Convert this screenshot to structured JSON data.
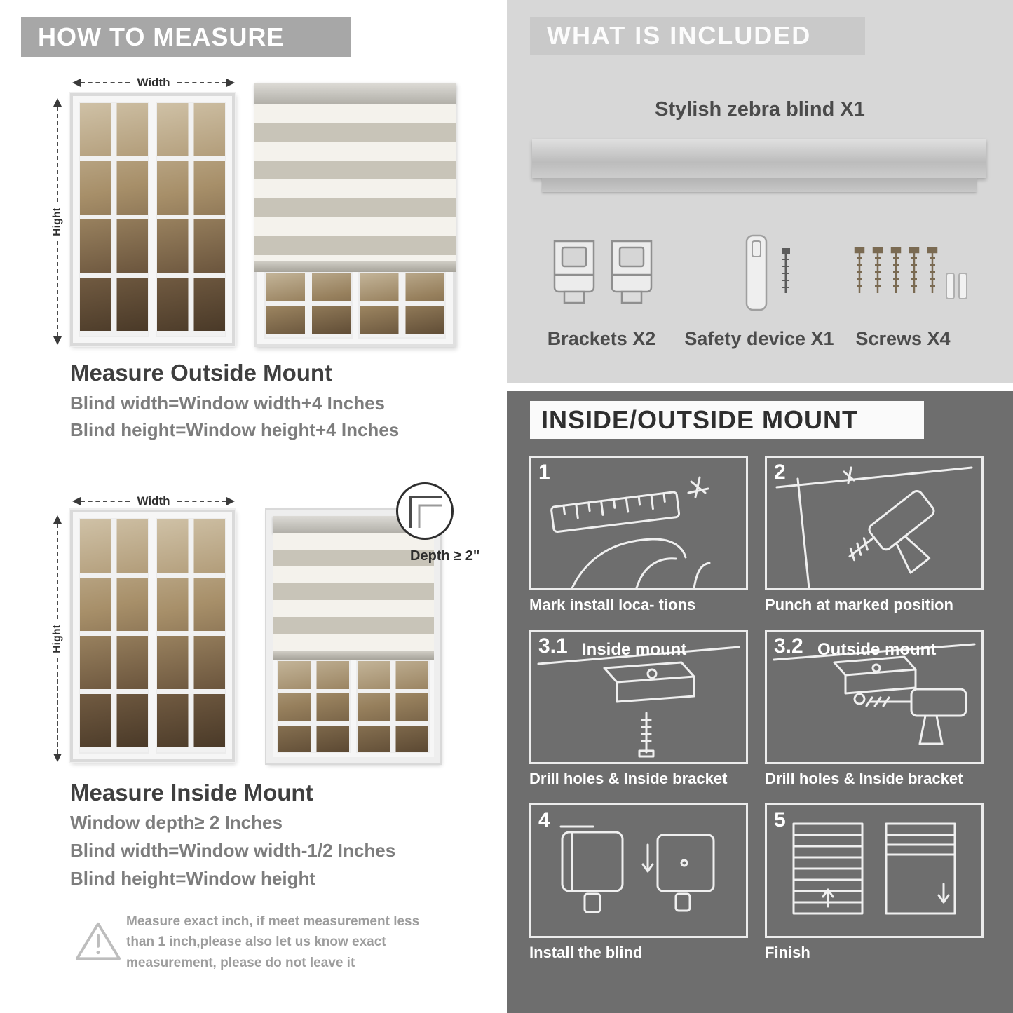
{
  "left": {
    "header": "HOW TO MEASURE",
    "outside": {
      "width_label": "Width",
      "height_label": "Hight",
      "title": "Measure Outside Mount",
      "lines": [
        "Blind width=Window width+4 Inches",
        "Blind height=Window height+4 Inches"
      ]
    },
    "inside": {
      "width_label": "Width",
      "height_label": "Hight",
      "depth_label": "Depth ≥ 2\"",
      "title": "Measure Inside Mount",
      "lines": [
        "Window depth≥ 2 Inches",
        "Blind width=Window width-1/2 Inches",
        "Blind height=Window height"
      ]
    },
    "warning_text": "Measure exact inch, if meet measurement less than 1 inch,please also let us know exact measurement, please do not leave it"
  },
  "right": {
    "included": {
      "header": "WHAT IS INCLUDED",
      "blind_label": "Stylish zebra blind X1",
      "item_labels": [
        "Brackets X2",
        "Safety device X1",
        "Screws X4"
      ]
    },
    "mount": {
      "header": "INSIDE/OUTSIDE MOUNT",
      "steps": [
        {
          "num": "1",
          "label": "",
          "caption": "Mark install loca- tions"
        },
        {
          "num": "2",
          "label": "",
          "caption": "Punch at  marked position"
        },
        {
          "num": "3.1",
          "label": "Inside mount",
          "caption": "Drill holes &  Inside bracket"
        },
        {
          "num": "3.2",
          "label": "Outside mount",
          "caption": "Drill holes &  Inside bracket"
        },
        {
          "num": "4",
          "label": "",
          "caption": "Install the blind"
        },
        {
          "num": "5",
          "label": "",
          "caption": "Finish"
        }
      ]
    }
  },
  "colors": {
    "header_gray": "#a7a7a7",
    "panel_light": "#d7d7d7",
    "panel_dark": "#6e6e6e",
    "band_gray": "#c9c9c9"
  }
}
